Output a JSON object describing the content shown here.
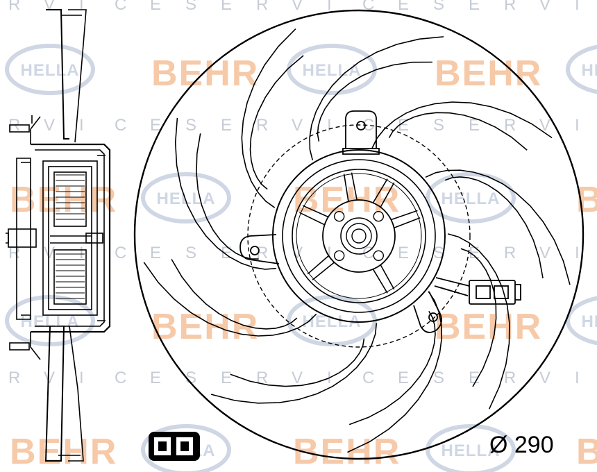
{
  "watermark": {
    "behr": "BEHR",
    "hella": "HELLA",
    "service": "SERVICE"
  },
  "diagram": {
    "type": "engineering drawing – radiator cooling fan (side section + front view)",
    "diameter_label": "Ø 290",
    "blade_count": 9,
    "connector_pins": 2
  },
  "icons": {
    "connector": "connector-icon"
  },
  "colors": {
    "ink": "#000000",
    "behr_watermark": "#f6c9a8",
    "hella_watermark": "#cfd6e4",
    "service_watermark": "#c6ccd6"
  }
}
